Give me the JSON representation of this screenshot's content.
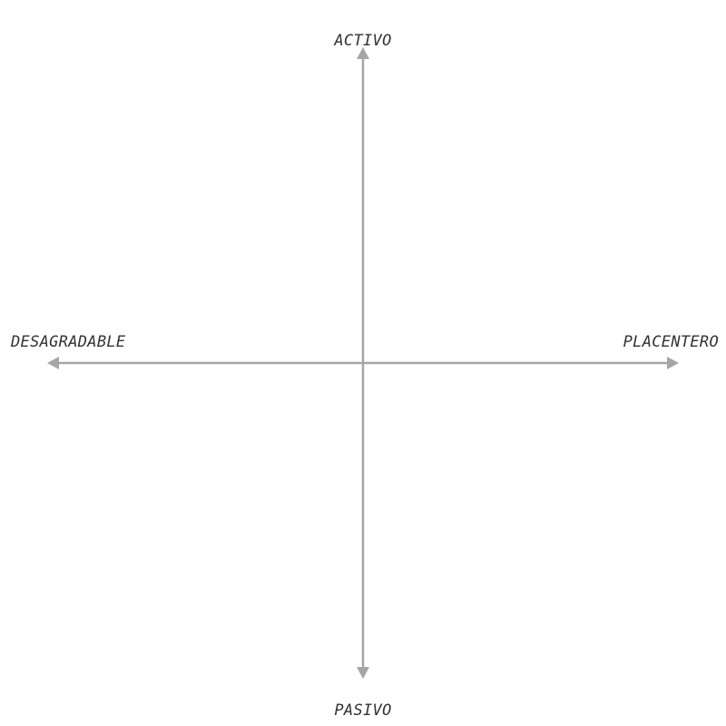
{
  "labels": {
    "top": "ACTIVO",
    "bottom": "PASIVO",
    "left": "DESAGRADABLE",
    "right": "PLACENTERO"
  },
  "colors": {
    "axis": "#a6a6a6",
    "label": "#333333",
    "background": "#ffffff"
  }
}
